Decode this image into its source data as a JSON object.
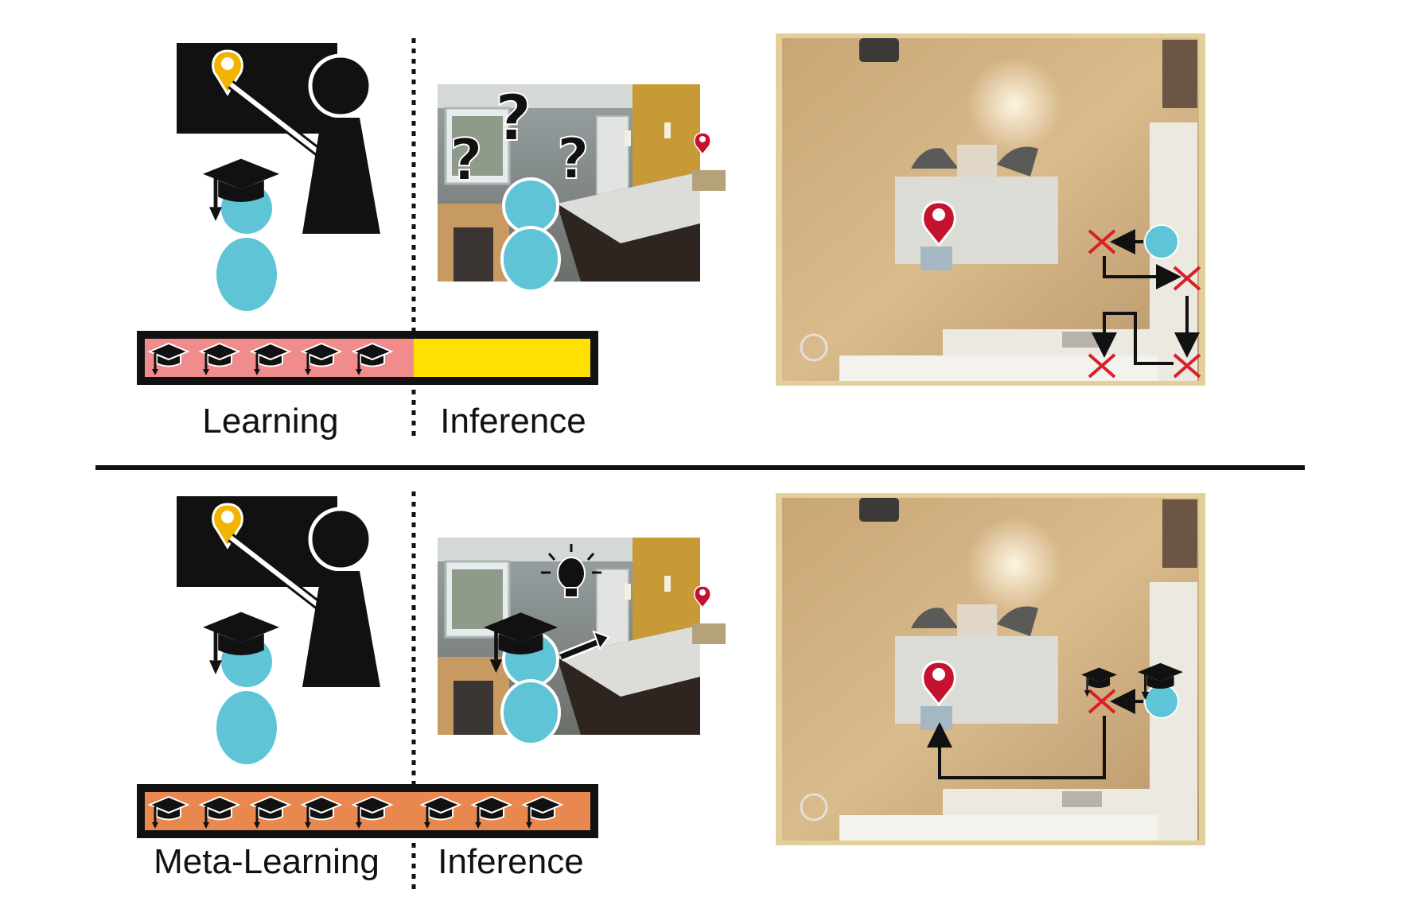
{
  "panels": {
    "top": {
      "train_label": "Learning",
      "infer_label": "Inference",
      "train_bar_color": "#f08c8c",
      "infer_bar_color": "#ffe000",
      "train_caps": 5,
      "infer_caps": 0,
      "agent_state": "confused",
      "route": "failed-attempts"
    },
    "bottom": {
      "train_label": "Meta-Learning",
      "infer_label": "Inference",
      "train_bar_color": "#e9884e",
      "infer_bar_color": "#e9884e",
      "train_caps": 5,
      "infer_caps": 3,
      "agent_state": "insight",
      "route": "adapted-path"
    }
  },
  "colors": {
    "agent": "#5fc4d6",
    "pin_gold": "#f2b400",
    "pin_red": "#c4122f",
    "cross": "#d81f2a",
    "floor": "#c9a676",
    "frame": "#e2cf9a"
  },
  "icons": [
    "graduation-cap-icon",
    "location-pin-icon",
    "question-mark-icon",
    "light-bulb-icon",
    "cross-icon",
    "arrow-icon"
  ]
}
